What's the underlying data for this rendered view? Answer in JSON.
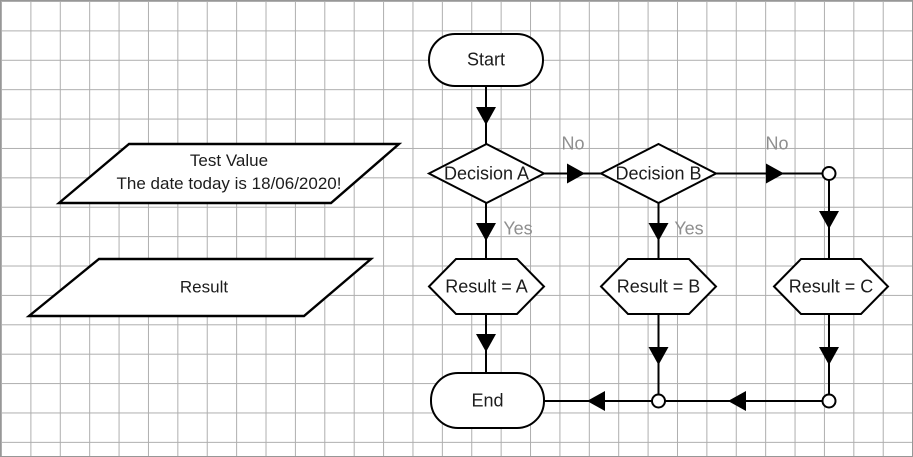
{
  "diagram": {
    "type": "flowchart",
    "nodes": {
      "start": {
        "label": "Start",
        "shape": "terminator"
      },
      "decision_a": {
        "label": "Decision A",
        "shape": "decision"
      },
      "decision_b": {
        "label": "Decision B",
        "shape": "decision"
      },
      "result_a": {
        "label": "Result = A",
        "shape": "hexagon"
      },
      "result_b": {
        "label": "Result = B",
        "shape": "hexagon"
      },
      "result_c": {
        "label": "Result = C",
        "shape": "hexagon"
      },
      "end": {
        "label": "End",
        "shape": "terminator"
      },
      "data_test_value": {
        "line1": "Test Value",
        "line2": "The date today is 18/06/2020!",
        "shape": "parallelogram"
      },
      "data_result": {
        "label": "Result",
        "shape": "parallelogram"
      }
    },
    "edge_labels": {
      "no_1": "No",
      "no_2": "No",
      "yes_1": "Yes",
      "yes_2": "Yes"
    },
    "edges": [
      {
        "from": "Start",
        "to": "Decision A",
        "label": ""
      },
      {
        "from": "Decision A",
        "to": "Decision B",
        "label": "No"
      },
      {
        "from": "Decision A",
        "to": "Result = A",
        "label": "Yes"
      },
      {
        "from": "Decision B",
        "to": "Result = C",
        "label": "No"
      },
      {
        "from": "Decision B",
        "to": "Result = B",
        "label": "Yes"
      },
      {
        "from": "Result = A",
        "to": "End",
        "label": ""
      },
      {
        "from": "Result = B",
        "to": "End",
        "label": ""
      },
      {
        "from": "Result = C",
        "to": "End",
        "label": ""
      }
    ],
    "colors": {
      "shape_stroke": "#000000",
      "shape_fill": "#ffffff",
      "node_text": "#1c1c1c",
      "edge_label_text": "#8f8f8f",
      "grid_line": "#aeaeae",
      "canvas_background": "#ffffff"
    }
  }
}
